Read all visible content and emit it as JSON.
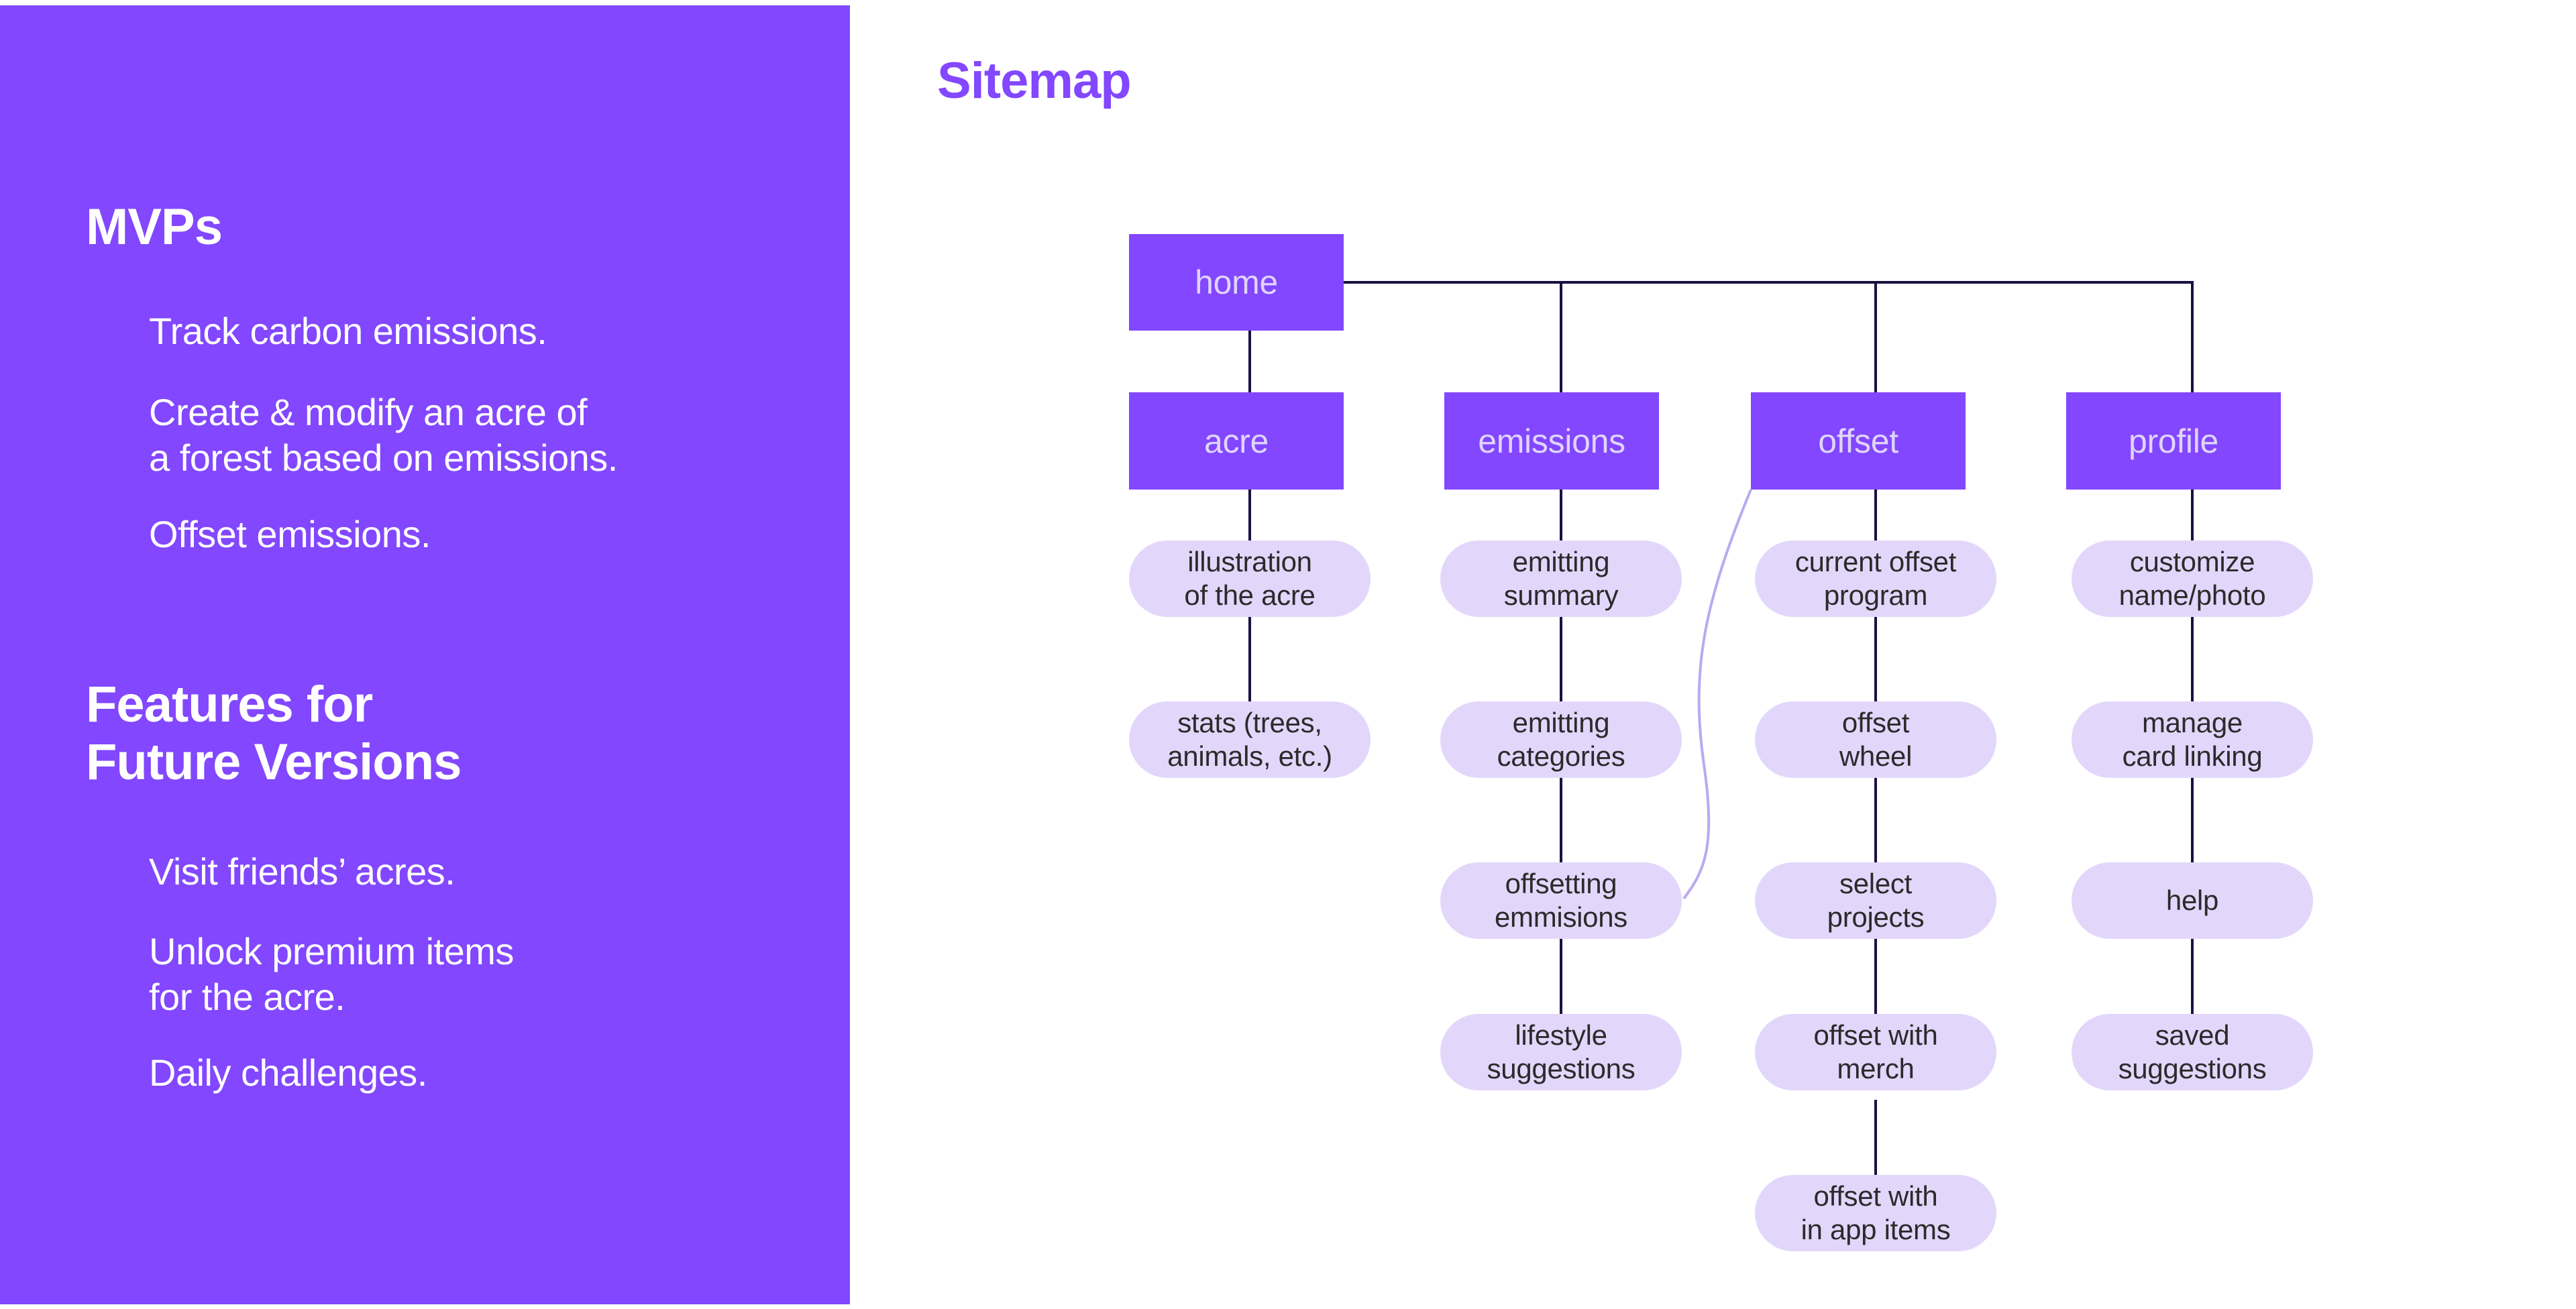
{
  "sidebar": {
    "background_color": "#8247FF",
    "sections": [
      {
        "heading": "MVPs",
        "items": [
          "Track carbon emissions.",
          "Create & modify an acre of\na forest based on emissions.",
          "Offset emissions."
        ]
      },
      {
        "heading": "Features for\nFuture Versions",
        "items": [
          "Visit friends’ acres.",
          "Unlock premium items\nfor the acre.",
          "Daily challenges."
        ]
      }
    ]
  },
  "main": {
    "title": "Sitemap",
    "title_color": "#8247FF",
    "node_fill_primary": "#8247FF",
    "node_text_primary": "#E0D4FB",
    "node_fill_leaf": "#E2D7FB",
    "node_text_leaf": "#2B2B2B",
    "edge_color": "#1B1042",
    "edge_color_curved": "#BBA9F0"
  },
  "sitemap": {
    "root": "home",
    "columns": [
      {
        "parent": "acre",
        "children": [
          "illustration\nof the acre",
          "stats (trees,\nanimals, etc.)"
        ]
      },
      {
        "parent": "emissions",
        "children": [
          "emitting\nsummary",
          "emitting\ncategories",
          "offsetting\nemmisions",
          "lifestyle\nsuggestions"
        ]
      },
      {
        "parent": "offset",
        "children": [
          "current offset\nprogram",
          "offset\nwheel",
          "select\nprojects",
          "offset with\nmerch",
          "offset with\nin app items"
        ]
      },
      {
        "parent": "profile",
        "children": [
          "customize\nname/photo",
          "manage\ncard linking",
          "help",
          "saved\nsuggestions"
        ]
      }
    ],
    "cross_link": {
      "from": "offset",
      "to": "offsetting\nemmisions"
    }
  }
}
